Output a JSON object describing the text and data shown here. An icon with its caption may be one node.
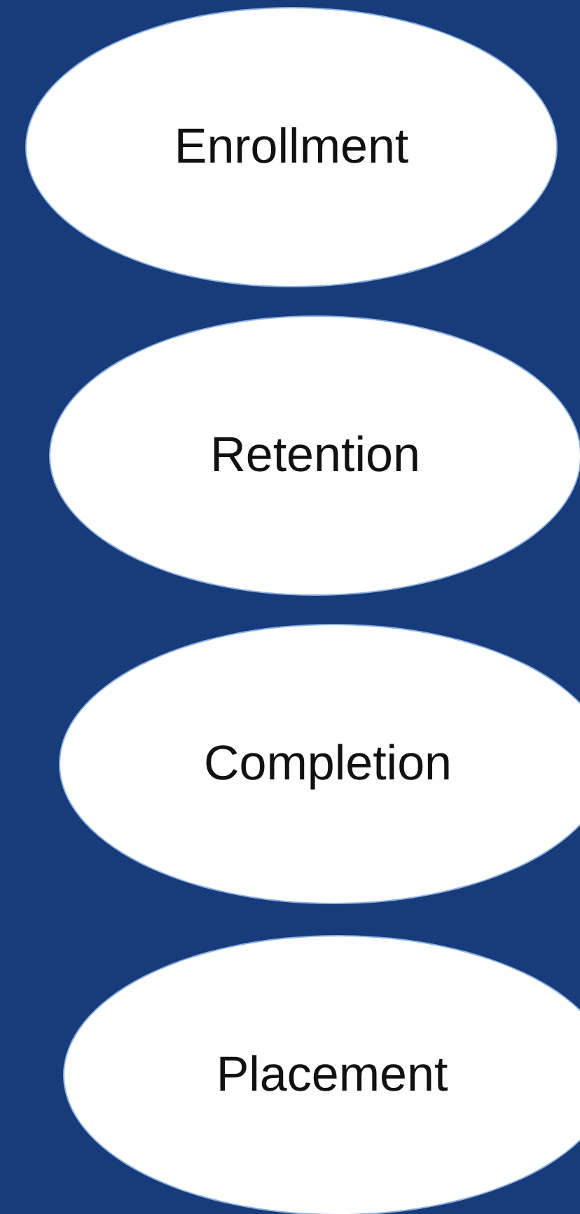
{
  "diagram": {
    "nodes": [
      {
        "text": [
          "Enrollment"
        ]
      },
      {
        "text": [
          "Retention"
        ]
      },
      {
        "text": [
          "Completion"
        ]
      },
      {
        "text": [
          "Placement"
        ]
      }
    ]
  }
}
